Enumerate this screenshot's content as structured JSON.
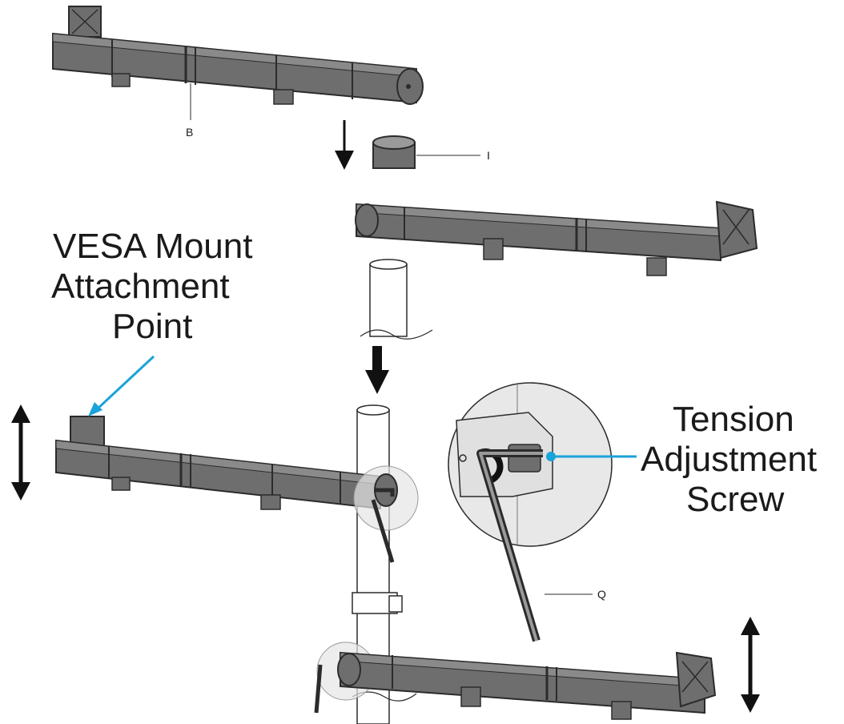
{
  "labels": {
    "vesa_line1": "VESA Mount",
    "vesa_line2": "Attachment",
    "vesa_line3": "Point",
    "tension_line1": "Tension",
    "tension_line2": "Adjustment",
    "tension_line3": "Screw",
    "part_b": "B",
    "part_i": "I",
    "part_q": "Q"
  },
  "colors": {
    "arm": "#6e6e6e",
    "arm_dark": "#4a4a4a",
    "outline": "#2b2b2b",
    "callout": "#1aa3d9",
    "arrow": "#111111",
    "zoom_fill": "#e6e6e6"
  }
}
